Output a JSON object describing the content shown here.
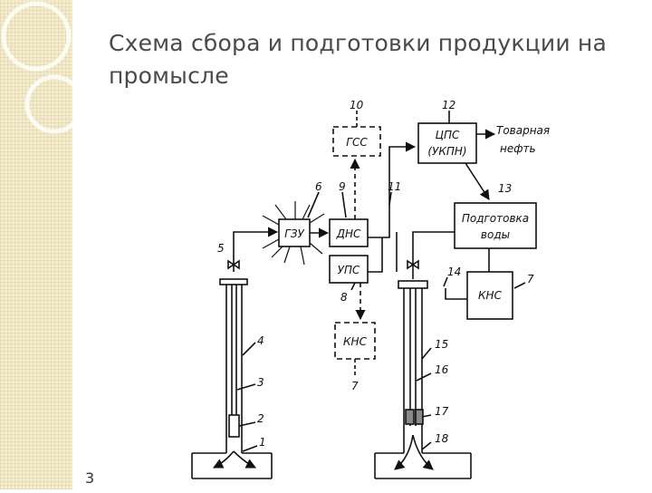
{
  "slide": {
    "title": "Схема сбора и подготовки продукции на промысле",
    "page_number": "3"
  },
  "diagram": {
    "boxes": {
      "gss": "ГСС",
      "cps": "ЦПС",
      "ukpn": "(УКПН)",
      "gzu": "ГЗУ",
      "dns": "ДНС",
      "ups": "УПС",
      "kns_left": "КНС",
      "water_prep_line1": "Подготовка",
      "water_prep_line2": "воды",
      "kns_right": "КНС"
    },
    "output_label_line1": "Товарная",
    "output_label_line2": "нефть",
    "numbers": {
      "n1": "1",
      "n2": "2",
      "n3": "3",
      "n4": "4",
      "n5": "5",
      "n6": "6",
      "n7a": "7",
      "n7b": "7",
      "n8": "8",
      "n9": "9",
      "n10": "10",
      "n11": "11",
      "n12": "12",
      "n13": "13",
      "n14": "14",
      "n15": "15",
      "n16": "16",
      "n17": "17",
      "n18": "18"
    }
  }
}
